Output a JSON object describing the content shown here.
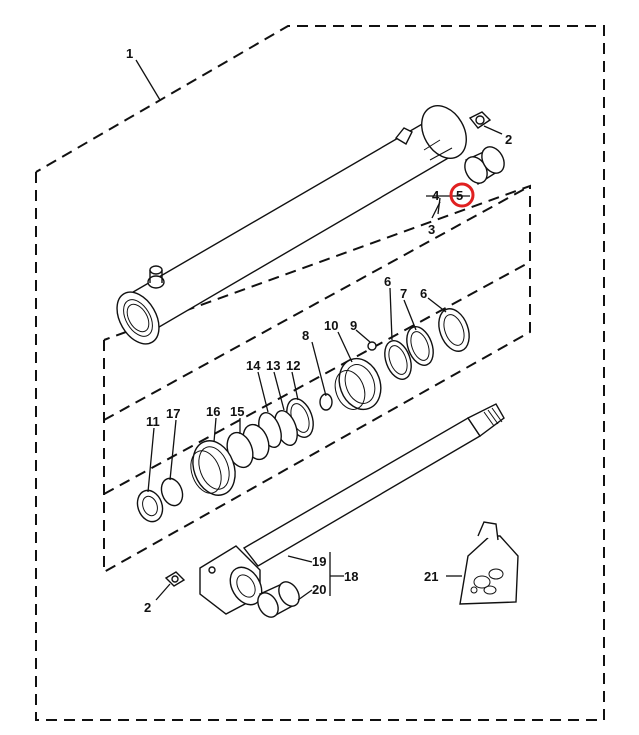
{
  "callouts": {
    "c1": "1",
    "c2a": "2",
    "c2b": "2",
    "c3": "3",
    "c4": "4",
    "c5": "5",
    "c6a": "6",
    "c6b": "6",
    "c7": "7",
    "c8": "8",
    "c9": "9",
    "c10": "10",
    "c11": "11",
    "c12": "12",
    "c13": "13",
    "c14": "14",
    "c15": "15",
    "c16": "16",
    "c17": "17",
    "c18": "18",
    "c19": "19",
    "c20": "20",
    "c21": "21"
  },
  "highlight": {
    "callout": "5",
    "color": "#e02020"
  },
  "colors": {
    "line": "#111111",
    "background": "#ffffff"
  }
}
